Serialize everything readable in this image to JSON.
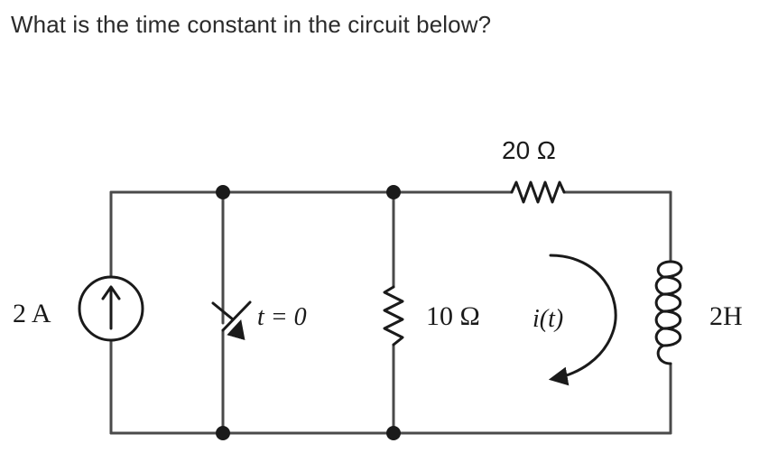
{
  "question": {
    "text": "What is the time constant in the circuit below?"
  },
  "circuit": {
    "source_label": "2 A",
    "switch_label": "t = 0",
    "resistor_shunt_label": "10 Ω",
    "resistor_series_label": "20 Ω",
    "current_label": "i(t)",
    "inductor_label": "2H",
    "icons": [
      "current-source-icon",
      "switch-icon",
      "resistor-icon",
      "inductor-icon",
      "current-direction-arrow-icon"
    ]
  }
}
